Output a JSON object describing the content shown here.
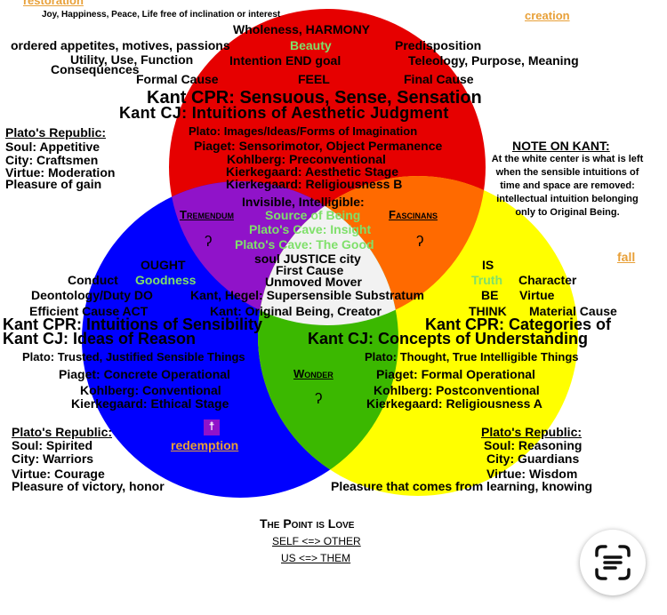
{
  "colors": {
    "red": "#e60000",
    "yellow": "#ffff00",
    "blue": "#0000ff",
    "green": "#3bb800",
    "purple": "#9013c9",
    "orange_overlap": "#ff6a00",
    "center": "#ffffff",
    "orange_label": "#e8a038",
    "green_label": "#7fe06a"
  },
  "top": {
    "restoration": "restoration",
    "creation": "creation",
    "tagline": "Joy, Happiness, Peace, Life free of inclination or interest"
  },
  "red": {
    "wholeness": "Wholeness, HARMONY",
    "ordered": "ordered appetites, motives, passions",
    "beauty": "Beauty",
    "predisposition": "Predisposition",
    "utility": "Utility, Use, Function",
    "intention": "Intention END goal",
    "teleology": "Teleology, Purpose, Meaning",
    "consequences": "Consequences",
    "formal_cause": "Formal Cause",
    "feel": "FEEL",
    "final_cause": "Final Cause",
    "kant_cpr": "Kant CPR: Sensuous, Sense, Sensation",
    "kant_cj": "Kant CJ: Intuitions of Aesthetic Judgment",
    "plato": "Plato: Images/Ideas/Forms of Imagination",
    "piaget": "Piaget: Sensorimotor, Object Permanence",
    "kohlberg": "Kohlberg: Preconventional",
    "kierk1": "Kierkegaard: Aesthetic Stage",
    "kierk2": "Kierkegaard: Religiousness B"
  },
  "center": {
    "invisible": "Invisible, Intelligible:",
    "tremendum": "Tremendum",
    "source": "Source of Being",
    "fascinans": "Fascinans",
    "insight": "Plato's Cave: Insight",
    "good": "Plato's Cave: The Good",
    "soul_justice": "soul JUSTICE city",
    "first_cause": "First Cause",
    "unmoved": "Unmoved Mover",
    "supersensible": "Kant, Hegel: Supersensible Substratum",
    "original_being": "Kant: Original Being, Creator",
    "wonder": "Wonder",
    "glyph": "ʔ",
    "cross": "☨"
  },
  "blue": {
    "ought": "OUGHT",
    "conduct": "Conduct",
    "goodness": "Goodness",
    "deontology": "Deontology/Duty DO",
    "efficient": "Efficient Cause  ACT",
    "kant_cpr": "Kant CPR: Intuitions of Sensibility",
    "kant_cj": "Kant CJ: Ideas of Reason",
    "plato": "Plato: Trusted, Justified Sensible Things",
    "piaget": "Piaget: Concrete Operational",
    "kohlberg": "Kohlberg: Conventional",
    "kierk": "Kierkegaard: Ethical Stage",
    "redemption": "redemption"
  },
  "yellow": {
    "is": "IS",
    "truth": "Truth",
    "character": "Character",
    "be": "BE",
    "virtue": "Virtue",
    "think": "THINK",
    "material": "Material Cause",
    "kant_cpr": "Kant CPR: Categories of",
    "kant_cj": "Kant CJ: Concepts of Understanding",
    "plato": "Plato: Thought, True Intelligible Things",
    "piaget": "Piaget: Formal Operational",
    "kohlberg": "Kohlberg: Postconventional",
    "kierk": "Kierkegaard: Religiousness A",
    "fall": "fall"
  },
  "plato_left_top": {
    "heading": "Plato's Republic:",
    "soul": "Soul: Appetitive",
    "city": "City: Craftsmen",
    "virtue": "Virtue: Moderation",
    "pleasure": "Pleasure of gain"
  },
  "plato_left_bottom": {
    "heading": "Plato's Republic:",
    "soul": "Soul: Spirited",
    "city": "City: Warriors",
    "virtue": "Virtue: Courage",
    "pleasure": "Pleasure of victory, honor"
  },
  "plato_right_bottom": {
    "heading": "Plato's Republic:",
    "soul": "Soul: Reasoning",
    "city": "City: Guardians",
    "virtue": "Virtue: Wisdom",
    "pleasure": "Pleasure that comes from learning, knowing"
  },
  "note": {
    "heading": "NOTE ON KANT:",
    "body": "At the white center is what is left when the sensible intuitions of time and space are removed: intellectual intuition belonging only to Original Being."
  },
  "footer": {
    "title": "The Point is Love",
    "line1": "SELF <=> OTHER",
    "line2": "US <=> THEM"
  },
  "scan_button": {
    "icon": "text-scan-icon"
  }
}
